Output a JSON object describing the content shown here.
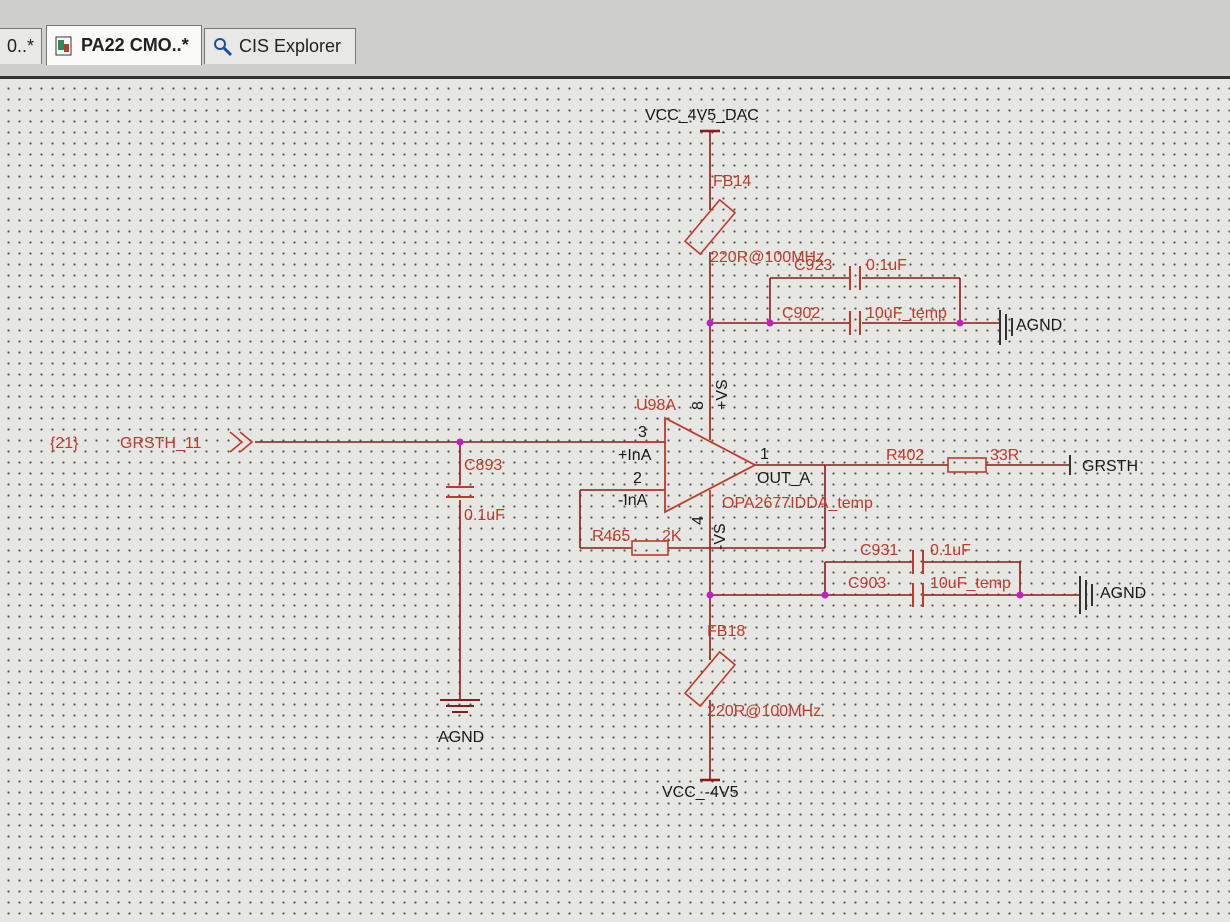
{
  "tabs": [
    {
      "label": "0..*"
    },
    {
      "label": "PA22 CMO..*"
    },
    {
      "label": "CIS Explorer"
    }
  ],
  "schematic": {
    "power_top": "VCC_4V5_DAC",
    "power_bottom": "VCC_-4V5",
    "fb_top": {
      "ref": "FB14",
      "value": "220R@100MHz"
    },
    "fb_bottom": {
      "ref": "FB18",
      "value": "220R@100MHz"
    },
    "c923": {
      "ref": "C923",
      "value": "0.1uF"
    },
    "c902": {
      "ref": "C902",
      "value": "10uF_temp"
    },
    "c931": {
      "ref": "C931",
      "value": "0.1uF"
    },
    "c903": {
      "ref": "C903",
      "value": "10uF_temp"
    },
    "c893": {
      "ref": "C893",
      "value": "0.1uF"
    },
    "r402": {
      "ref": "R402",
      "value": "33R"
    },
    "r465": {
      "ref": "R465",
      "value": "2K"
    },
    "opamp": {
      "ref": "U98A",
      "part": "OPA2677IDDA_temp",
      "pin_inp": "3",
      "pin_inp_name": "+InA",
      "pin_inn": "2",
      "pin_inn_name": "-InA",
      "pin_out": "1",
      "pin_out_name": "OUT_A",
      "pin_vp": "8",
      "pin_vp_name": "+VS",
      "pin_vn": "4",
      "pin_vn_name": "-VS"
    },
    "offpage_ref": "{21}",
    "net_in": "GRSTH_11",
    "net_out": "GRSTH",
    "gnd_label": "AGND"
  },
  "colors": {
    "wire": "#8b1a1a",
    "part": "#c0392b",
    "junction": "#c020c0",
    "text": "#1a1a1a"
  }
}
